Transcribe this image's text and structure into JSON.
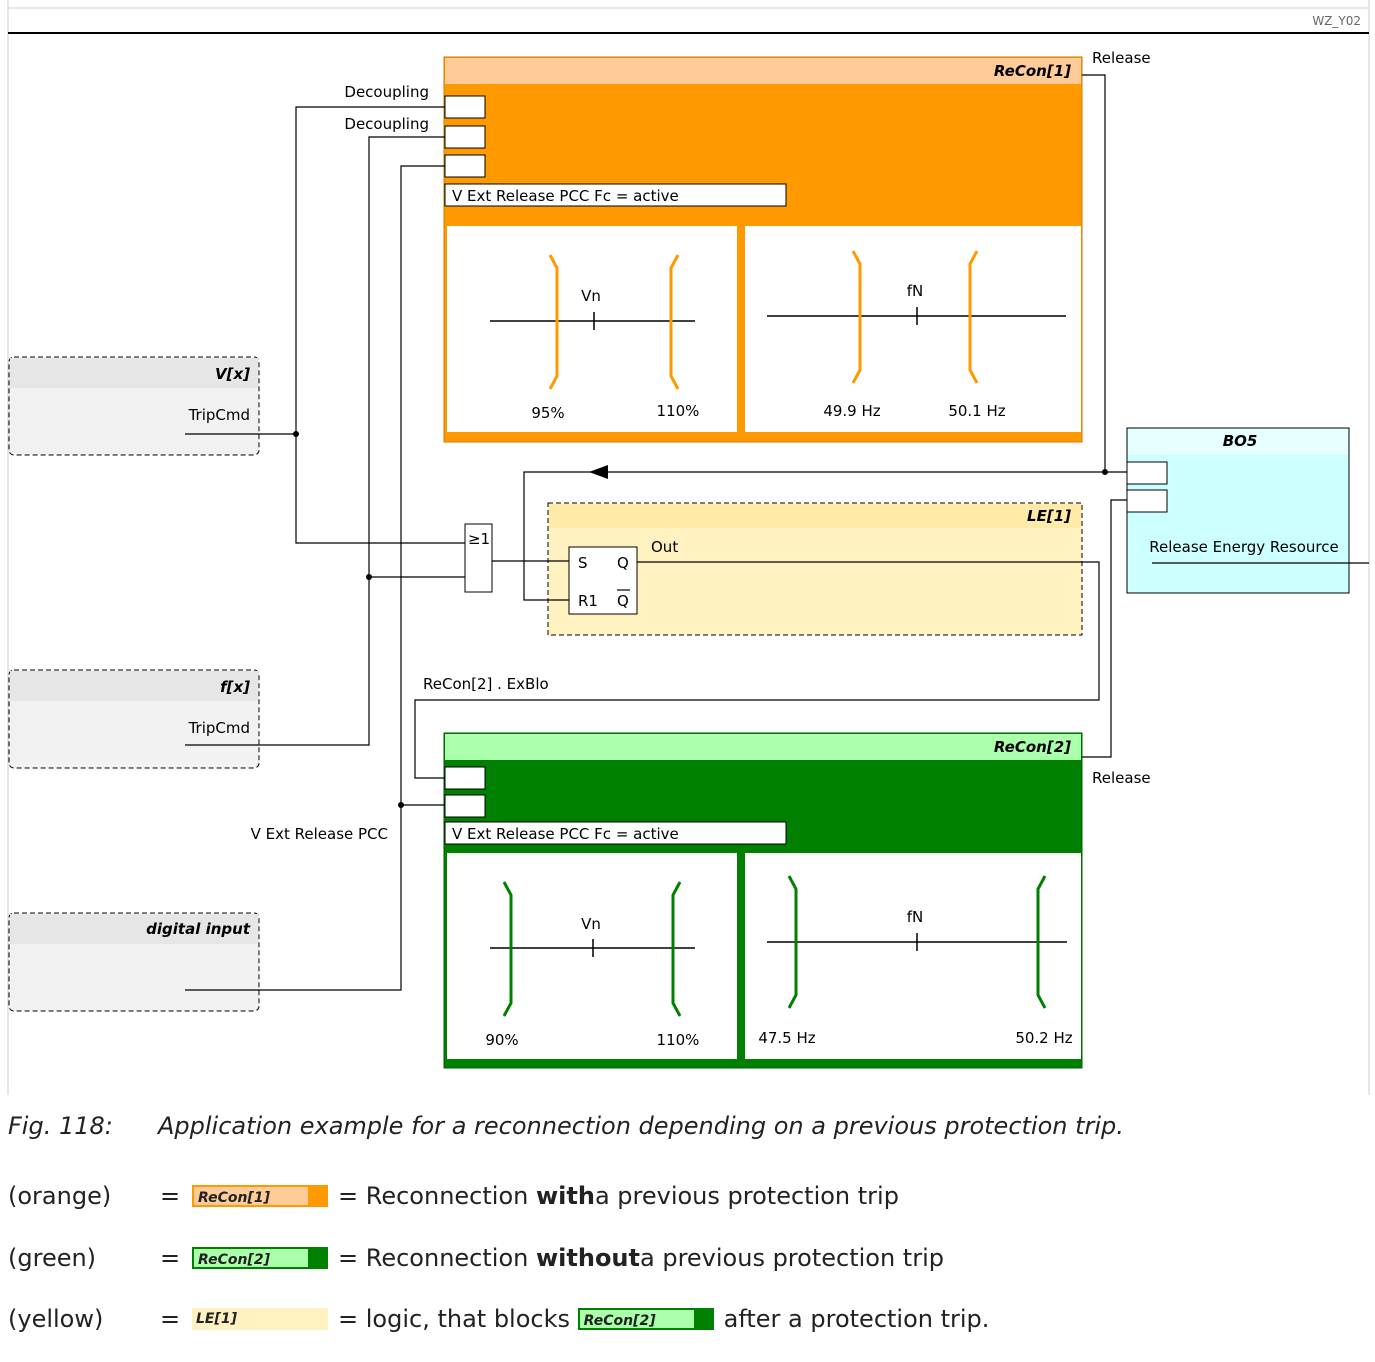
{
  "header": {
    "tag": "WZ_Y02"
  },
  "recon1": {
    "title": "ReCon[1]",
    "release_label": "Release",
    "fc_label": "V Ext Release PCC Fc = active",
    "voltage": {
      "label": "Vn",
      "low": "95%",
      "high": "110%"
    },
    "frequency": {
      "label": "fN",
      "low": "49.9 Hz",
      "high": "50.1 Hz"
    },
    "colors": {
      "header": "#ffcc99",
      "body": "#ff9900"
    }
  },
  "recon2": {
    "title": "ReCon[2]",
    "release_label": "Release",
    "fc_label": "V Ext Release PCC Fc = active",
    "voltage": {
      "label": "Vn",
      "low": "90%",
      "high": "110%"
    },
    "frequency": {
      "label": "fN",
      "low": "47.5 Hz",
      "high": "50.2 Hz"
    },
    "colors": {
      "header": "#aaffaa",
      "body": "#008000"
    }
  },
  "signals": {
    "decoupling_1": "Decoupling",
    "decoupling_2": "Decoupling",
    "v_ext_release": "V Ext Release PCC",
    "exblo": "ReCon[2] . ExBlo"
  },
  "vx": {
    "title": "V[x]",
    "output": "TripCmd"
  },
  "fx": {
    "title": "f[x]",
    "output": "TripCmd"
  },
  "digital_input": {
    "title": "digital input"
  },
  "or_gate": {
    "label": "≥1"
  },
  "le1": {
    "title": "LE[1]",
    "out_label": "Out",
    "s": "S",
    "r1": "R1",
    "q": "Q",
    "qbar": "Q"
  },
  "bo5": {
    "title": "BO5",
    "output": "Release Energy Resource"
  },
  "caption": {
    "number": "Fig. 118:",
    "text": "Application example for a reconnection depending on a previous protection trip."
  },
  "legend": {
    "orange": {
      "paren": "(orange)",
      "eq": "=",
      "swatch": "ReCon[1]",
      "pre": "= Reconnection ",
      "bold": "with",
      "post": " a previous protection trip"
    },
    "green": {
      "paren": "(green)",
      "eq": "=",
      "swatch": "ReCon[2]",
      "pre": "= Reconnection ",
      "bold": "without",
      "post": " a previous protection trip"
    },
    "yellow": {
      "paren": "(yellow)",
      "eq": "=",
      "swatch": "LE[1]",
      "pre": "= logic, that blocks ",
      "inline_swatch": "ReCon[2]",
      "post": " after a protection trip."
    }
  }
}
